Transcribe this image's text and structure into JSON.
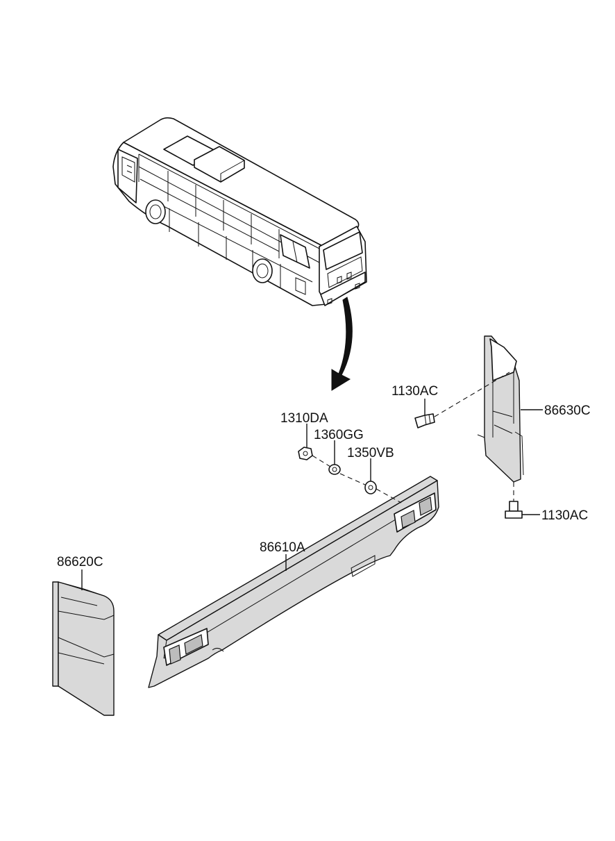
{
  "parts": [
    {
      "id": "p1",
      "label": "1130AC"
    },
    {
      "id": "p2",
      "label": "86630C"
    },
    {
      "id": "p3",
      "label": "1310DA"
    },
    {
      "id": "p4",
      "label": "1360GG"
    },
    {
      "id": "p5",
      "label": "1350VB"
    },
    {
      "id": "p6",
      "label": "1130AC"
    },
    {
      "id": "p7",
      "label": "86610A"
    },
    {
      "id": "p8",
      "label": "86620C"
    }
  ],
  "icons": {
    "bus": "bus-illustration",
    "arrow": "curved-arrow-down-icon",
    "bolt": "bolt-icon",
    "nut": "hex-nut-icon",
    "washer": "washer-icon"
  },
  "colors": {
    "line": "#111111",
    "part_fill": "#d9d9d9",
    "background": "#ffffff"
  }
}
